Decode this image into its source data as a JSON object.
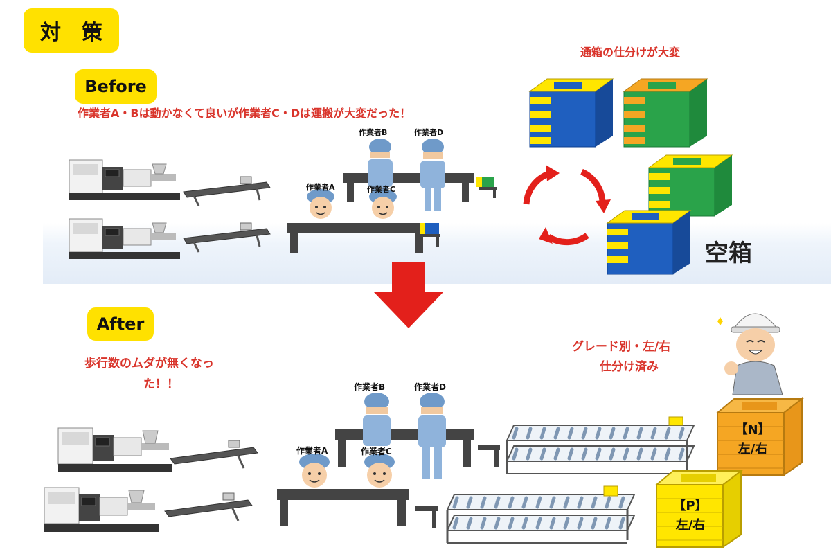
{
  "header": {
    "title": "対　策"
  },
  "before": {
    "tag": "Before",
    "caption": "作業者A・Bは動かなくて良いが作業者C・Dは運搬が大変だった！",
    "sorting_note": "通箱の仕分けが大変",
    "empty_box_label": "空箱",
    "workers": {
      "a": "作業者A",
      "b": "作業者B",
      "c": "作業者C",
      "d": "作業者D"
    }
  },
  "after": {
    "tag": "After",
    "caption_line1": "歩行数のムダが無くなっ",
    "caption_line2": "た！！",
    "sorted_note_line1": "グレード別・左/右",
    "sorted_note_line2": "仕分け済み",
    "workers": {
      "a": "作業者A",
      "b": "作業者B",
      "c": "作業者C",
      "d": "作業者D"
    },
    "box_n": {
      "grade": "【N】",
      "side": "左/右"
    },
    "box_p": {
      "grade": "【P】",
      "side": "左/右"
    }
  },
  "colors": {
    "tag_yellow": "#ffe100",
    "highlight_red": "#d9342b",
    "arrow_red": "#e3201b",
    "box_blue": "#1f5fbf",
    "box_green": "#2aa34a",
    "box_yellow": "#ffe600",
    "box_orange": "#f5a623"
  }
}
